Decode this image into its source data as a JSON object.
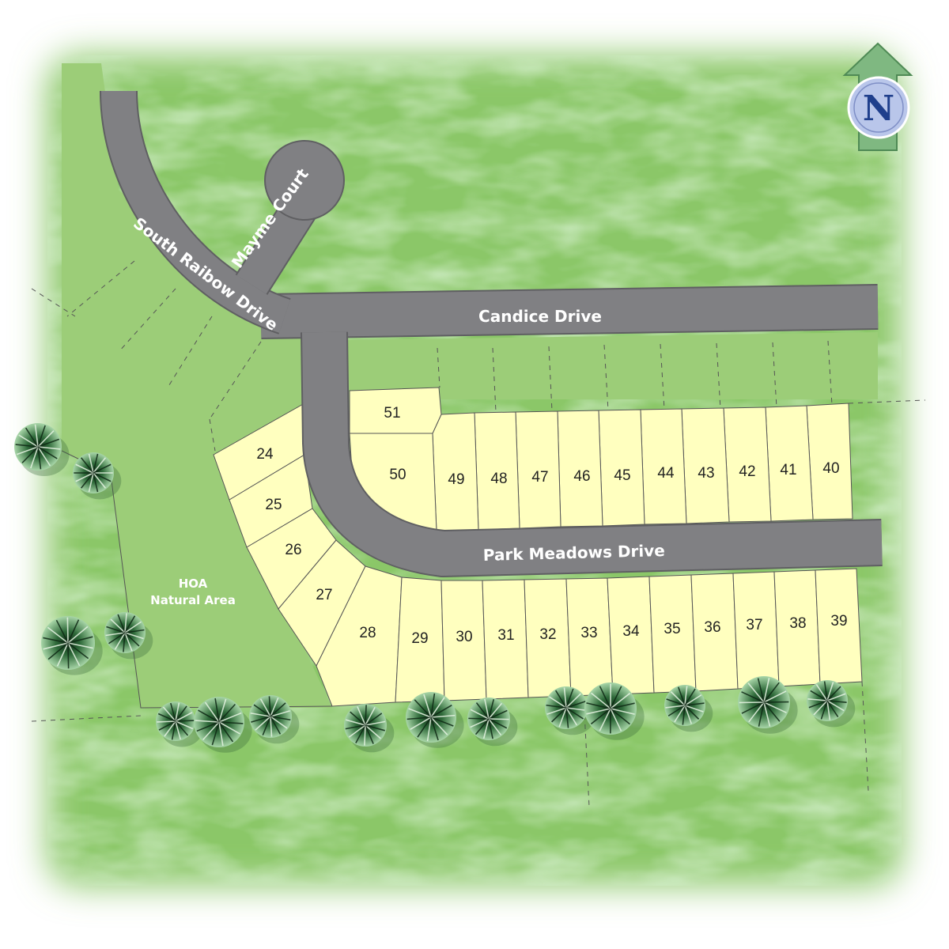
{
  "map": {
    "roads": {
      "south_rainbow": "South Raibow Drive",
      "mayme": "Mayme Court",
      "candice": "Candice Drive",
      "park_meadows": "Park Meadows Drive"
    },
    "hoa_area": {
      "line1": "HOA",
      "line2": "Natural Area"
    },
    "compass": {
      "letter": "N",
      "icon": "north-arrow-icon"
    },
    "lots": {
      "l24": "24",
      "l25": "25",
      "l26": "26",
      "l27": "27",
      "l28": "28",
      "l29": "29",
      "l30": "30",
      "l31": "31",
      "l32": "32",
      "l33": "33",
      "l34": "34",
      "l35": "35",
      "l36": "36",
      "l37": "37",
      "l38": "38",
      "l39": "39",
      "l40": "40",
      "l41": "41",
      "l42": "42",
      "l43": "43",
      "l44": "44",
      "l45": "45",
      "l46": "46",
      "l47": "47",
      "l48": "48",
      "l49": "49",
      "l50": "50",
      "l51": "51"
    },
    "colors": {
      "lot_fill": "#ffffbf",
      "road": "#808083",
      "common_green": "#9ccd78",
      "background_green": "#8fc96a"
    }
  }
}
